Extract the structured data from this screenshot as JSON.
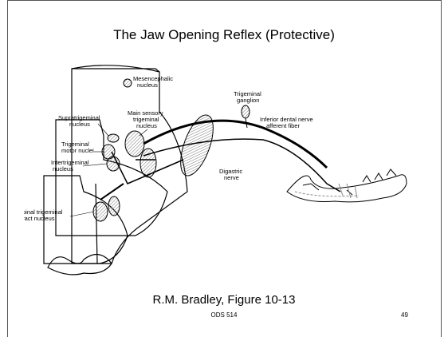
{
  "slide": {
    "title": "The Jaw Opening Reflex (Protective)",
    "caption": "R.M. Bradley, Figure 10-13",
    "footer": "ODS 514",
    "page_number": "49"
  },
  "diagram_labels": {
    "mesencephalic_1": "Mesencephalic",
    "mesencephalic_2": "nucleus",
    "supratrigeminal_1": "Supratrigeminal",
    "supratrigeminal_2": "nucleus",
    "main_sensory_1": "Main sensory",
    "main_sensory_2": "trigeminal",
    "main_sensory_3": "nucleus",
    "trig_motor_1": "Trigeminal",
    "trig_motor_2": "motor nuclei",
    "intertrig_1": "Intertrigeminal",
    "intertrig_2": "nucleus",
    "spinal_1": "Spinal trigeminal",
    "spinal_2": "tract nucleus",
    "ganglion_1": "Trigeminal",
    "ganglion_2": "ganglion",
    "inferior_1": "Inferior dental nerve",
    "inferior_2": "afferent fiber",
    "digastric_1": "Digastric",
    "digastric_2": "nerve"
  },
  "colors": {
    "ink": "#000000",
    "hatch": "#888888",
    "frame": "#555555"
  }
}
